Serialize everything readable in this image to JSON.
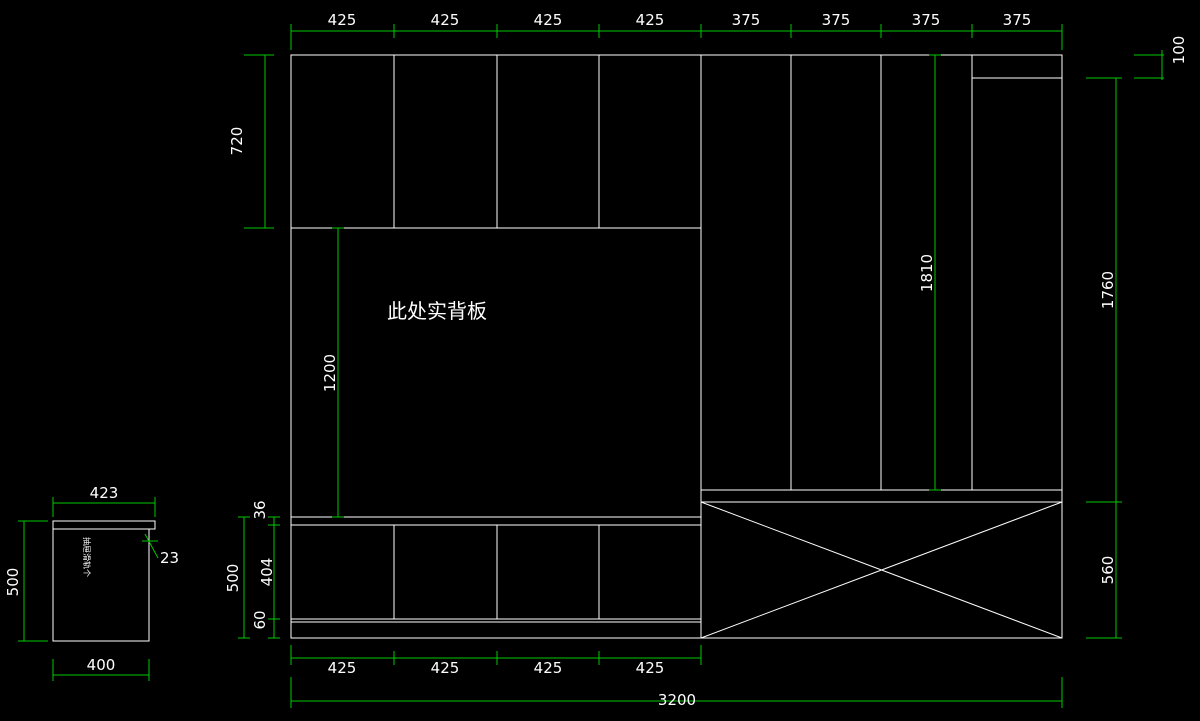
{
  "note_back_panel": "此处实背板",
  "side_label": "抽屉滑轨个",
  "top_dims": [
    "425",
    "425",
    "425",
    "425",
    "375",
    "375",
    "375",
    "375"
  ],
  "bottom_dims": [
    "425",
    "425",
    "425",
    "425"
  ],
  "total_width": "3200",
  "dims": {
    "top_100": "100",
    "left_720": "720",
    "inner_1200": "1200",
    "inner_1810": "1810",
    "right_1760": "1760",
    "right_560": "560",
    "left_36": "36",
    "left_500": "500",
    "left_404": "404",
    "left_60": "60"
  },
  "side_view": {
    "top_width": "423",
    "bottom_width": "400",
    "height": "500",
    "lip": "23"
  },
  "colors": {
    "background": "#000000",
    "lines": "#ffffff",
    "dimension_lines": "#00c800"
  }
}
